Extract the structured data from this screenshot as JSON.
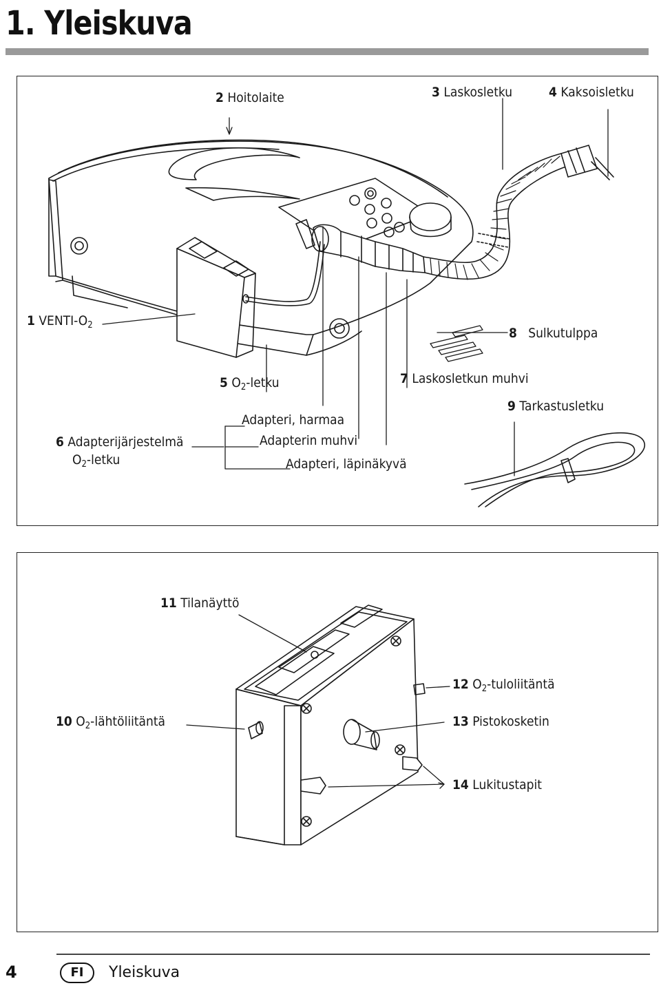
{
  "header": {
    "number": "1.",
    "title": "Yleiskuva"
  },
  "top_panel": {
    "labels": {
      "l2": {
        "num": "2",
        "text": "Hoitolaite"
      },
      "l3": {
        "num": "3",
        "text": "Laskosletku"
      },
      "l4": {
        "num": "4",
        "text": "Kaksoisletku"
      },
      "l1": {
        "num": "1",
        "text": "VENTI-O",
        "sub": "2"
      },
      "l8": {
        "num": "8",
        "text": "Sulkutulppa"
      },
      "l5": {
        "num": "5",
        "text": "O",
        "sub": "2",
        "suffix": "-letku"
      },
      "l7": {
        "num": "7",
        "text": "Laskosletkun muhvi"
      },
      "l9": {
        "num": "9",
        "text": "Tarkastusletku"
      },
      "l6": {
        "num": "6",
        "text": "Adapterijärjestelmä",
        "line2": "O",
        "line2_sub": "2",
        "line2_suffix": "-letku"
      },
      "adapter_grey": "Adapteri, harmaa",
      "adapter_sleeve": "Adapterin muhvi",
      "adapter_clear": "Adapteri, läpinäkyvä"
    }
  },
  "bottom_panel": {
    "labels": {
      "l11": {
        "num": "11",
        "text": "Tilanäyttö"
      },
      "l12": {
        "num": "12",
        "text": "O",
        "sub": "2",
        "suffix": "-tuloliitäntä"
      },
      "l10": {
        "num": "10",
        "text": "O",
        "sub": "2",
        "suffix": "-lähtöliitäntä"
      },
      "l13": {
        "num": "13",
        "text": "Pistokosketin"
      },
      "l14": {
        "num": "14",
        "text": "Lukitustapit"
      }
    }
  },
  "footer": {
    "page_number": "4",
    "language": "FI",
    "section": "Yleiskuva"
  }
}
